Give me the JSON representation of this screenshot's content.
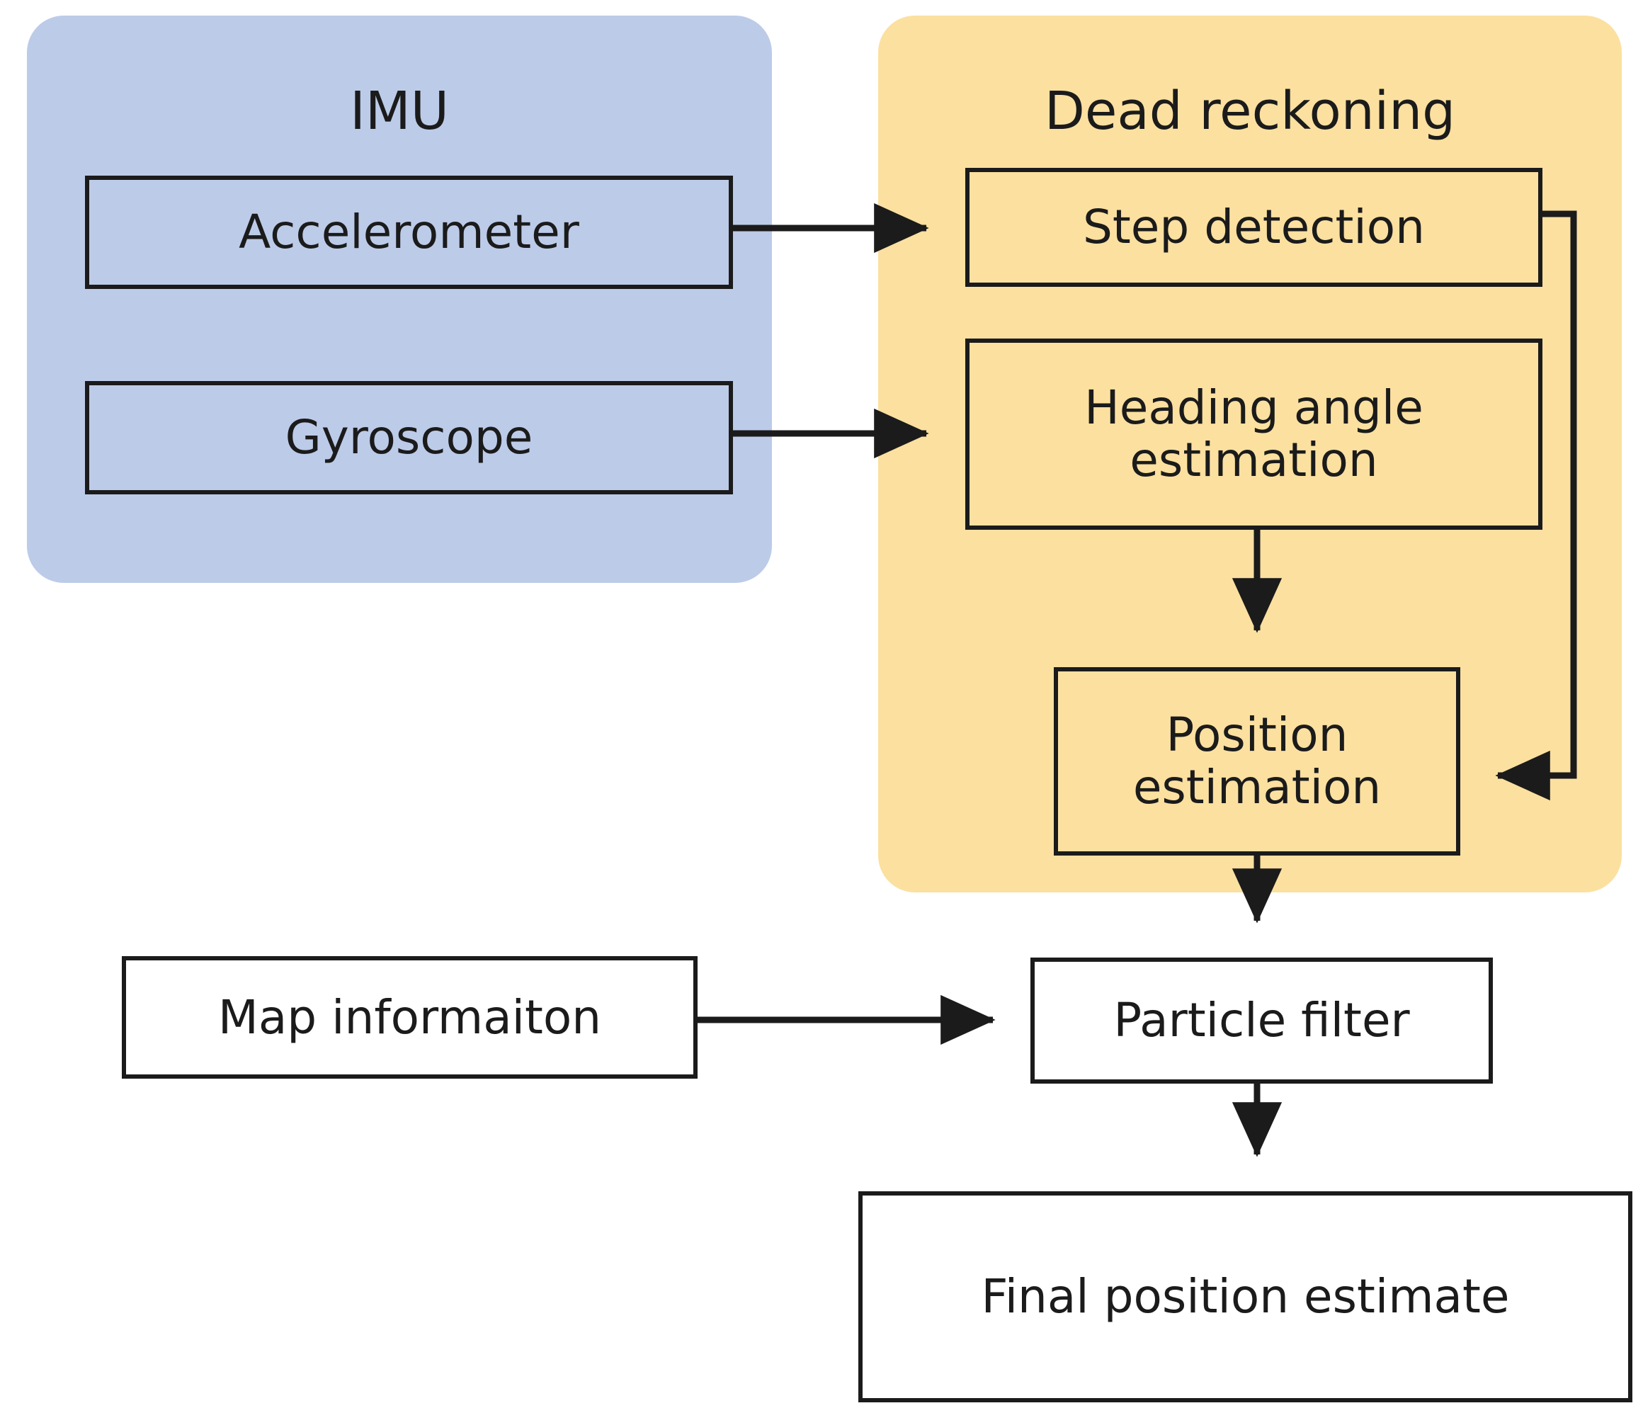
{
  "diagram": {
    "title_imu": "IMU",
    "title_dead_reckoning": "Dead reckoning",
    "colors": {
      "imu_panel": "#bccbe8",
      "dead_reckoning_panel": "#fbe0a0",
      "box_border": "#1b1b1b",
      "arrow": "#1b1b1b",
      "plain_box_fill": "#ffffff",
      "text": "#1b1b1b"
    },
    "groups": [
      {
        "id": "imu",
        "label": "IMU"
      },
      {
        "id": "dead-reckoning",
        "label": "Dead reckoning"
      }
    ],
    "nodes": [
      {
        "id": "accelerometer",
        "label": "Accelerometer",
        "group": "imu"
      },
      {
        "id": "gyroscope",
        "label": "Gyroscope",
        "group": "imu"
      },
      {
        "id": "step-detection",
        "label": "Step detection",
        "group": "dead-reckoning"
      },
      {
        "id": "heading-angle-estimation",
        "label": "Heading angle estimation",
        "line1": "Heading angle",
        "line2": "estimation",
        "group": "dead-reckoning"
      },
      {
        "id": "position-estimation",
        "label": "Position estimation",
        "line1": "Position",
        "line2": "estimation",
        "group": "dead-reckoning"
      },
      {
        "id": "map-information",
        "label": "Map informaiton",
        "group": "none"
      },
      {
        "id": "particle-filter",
        "label": "Particle filter",
        "group": "none"
      },
      {
        "id": "final-position-estimate",
        "label": "Final position estimate",
        "group": "none"
      }
    ],
    "edges": [
      {
        "from": "accelerometer",
        "to": "step-detection",
        "style": "arrow"
      },
      {
        "from": "gyroscope",
        "to": "heading-angle-estimation",
        "style": "arrow"
      },
      {
        "from": "heading-angle-estimation",
        "to": "position-estimation",
        "style": "arrow"
      },
      {
        "from": "step-detection",
        "to": "position-estimation",
        "style": "arrow-elbow-right"
      },
      {
        "from": "position-estimation",
        "to": "particle-filter",
        "style": "arrow"
      },
      {
        "from": "map-information",
        "to": "particle-filter",
        "style": "arrow"
      },
      {
        "from": "particle-filter",
        "to": "final-position-estimate",
        "style": "arrow"
      }
    ]
  }
}
